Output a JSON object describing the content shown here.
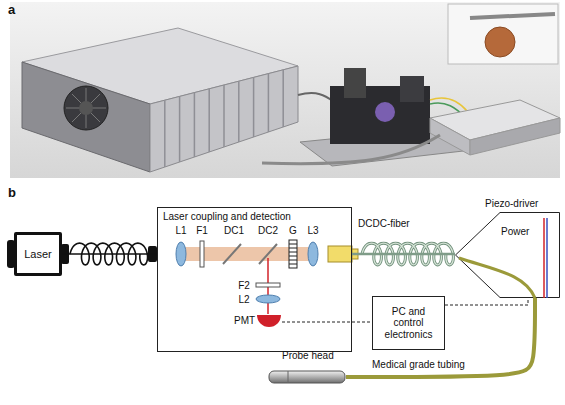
{
  "diagram": {
    "nodes": [
      {
        "text": [
          "Laser"
        ]
      },
      {
        "text": [
          "Laser coupling and detection"
        ]
      },
      {
        "text": [
          "PMT"
        ],
        "in": 1
      },
      {
        "text": [
          "Piezo-driver",
          "Power"
        ]
      },
      {
        "text": [
          "PC and control electronics"
        ]
      },
      {
        "text": [
          "Probe head"
        ]
      }
    ],
    "edges": [
      {
        "from": 0,
        "to": 1,
        "arrow": "none"
      },
      {
        "from": 1,
        "to": 3,
        "label": "DCDC-fiber",
        "arrow": "none"
      },
      {
        "from": 2,
        "to": 4,
        "arrow": "none"
      },
      {
        "from": 4,
        "to": 3,
        "arrow": "none"
      },
      {
        "from": 3,
        "to": 5,
        "label": "Medical grade tubing",
        "arrow": "none"
      }
    ],
    "labels": [
      "a",
      "b",
      "L1",
      "F1",
      "DC1",
      "DC2",
      "G",
      "L3",
      "F2",
      "L2"
    ]
  }
}
